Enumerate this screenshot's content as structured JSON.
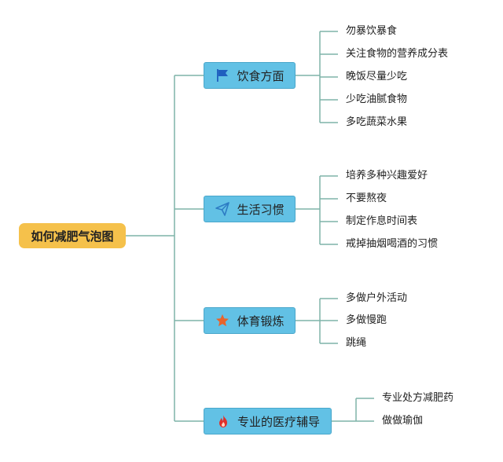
{
  "root": {
    "label": "如何减肥气泡图"
  },
  "branches": [
    {
      "label": "饮食方面",
      "icon": "flag-icon",
      "leaves": [
        "勿暴饮暴食",
        "关注食物的营养成分表",
        "晚饭尽量少吃",
        "少吃油腻食物",
        "多吃蔬菜水果"
      ]
    },
    {
      "label": "生活习惯",
      "icon": "paper-plane-icon",
      "leaves": [
        "培养多种兴趣爱好",
        "不要熬夜",
        "制定作息时间表",
        "戒掉抽烟喝酒的习惯"
      ]
    },
    {
      "label": "体育锻炼",
      "icon": "star-icon",
      "leaves": [
        "多做户外活动",
        "多做慢跑",
        "跳绳"
      ]
    },
    {
      "label": "专业的医疗辅导",
      "icon": "fire-icon",
      "leaves": [
        "专业处方减肥药",
        "做做瑜伽"
      ]
    }
  ],
  "colors": {
    "root": "#f5c14b",
    "branch": "#62c1e5",
    "connector": "#7fb3a8",
    "flag": "#1f5fbf",
    "plane": "#2d7cc4",
    "star": "#e8642b",
    "fire": "#e0302a"
  }
}
